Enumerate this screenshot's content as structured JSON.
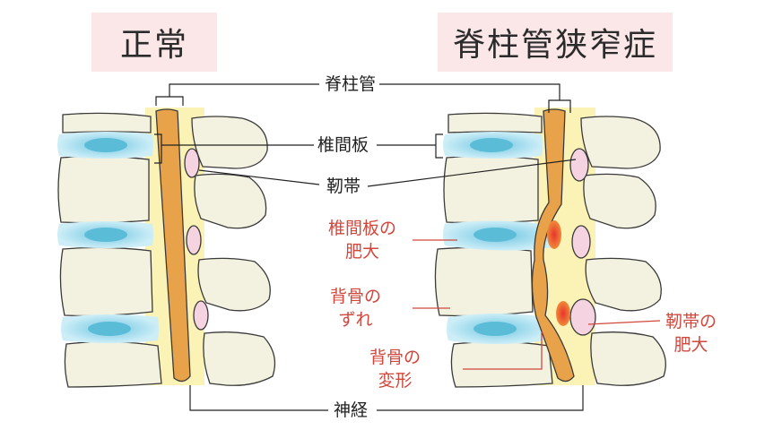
{
  "titles": {
    "normal": "正常",
    "stenosis": "脊柱管狭窄症"
  },
  "labels": {
    "spinal_canal": "脊柱管",
    "disc": "椎間板",
    "ligament": "靭帯",
    "nerve": "神経",
    "disc_hypertrophy_1": "椎間板の",
    "disc_hypertrophy_2": "肥大",
    "slip_1": "背骨の",
    "slip_2": "ずれ",
    "deform_1": "背骨の",
    "deform_2": "変形",
    "lig_hyper_1": "靭帯の",
    "lig_hyper_2": "肥大"
  },
  "colors": {
    "title_bg": "#fbe7e8",
    "bone": "#f3f1df",
    "bone_outline": "#3a3a3a",
    "disc": "#bfe6f2",
    "disc_core": "#6cc8e0",
    "nerve": "#e8a24a",
    "nerve_bg": "#fbf3b5",
    "ligament": "#f6d3e1",
    "red_label": "#d2473c",
    "compression": "#e8342c"
  }
}
